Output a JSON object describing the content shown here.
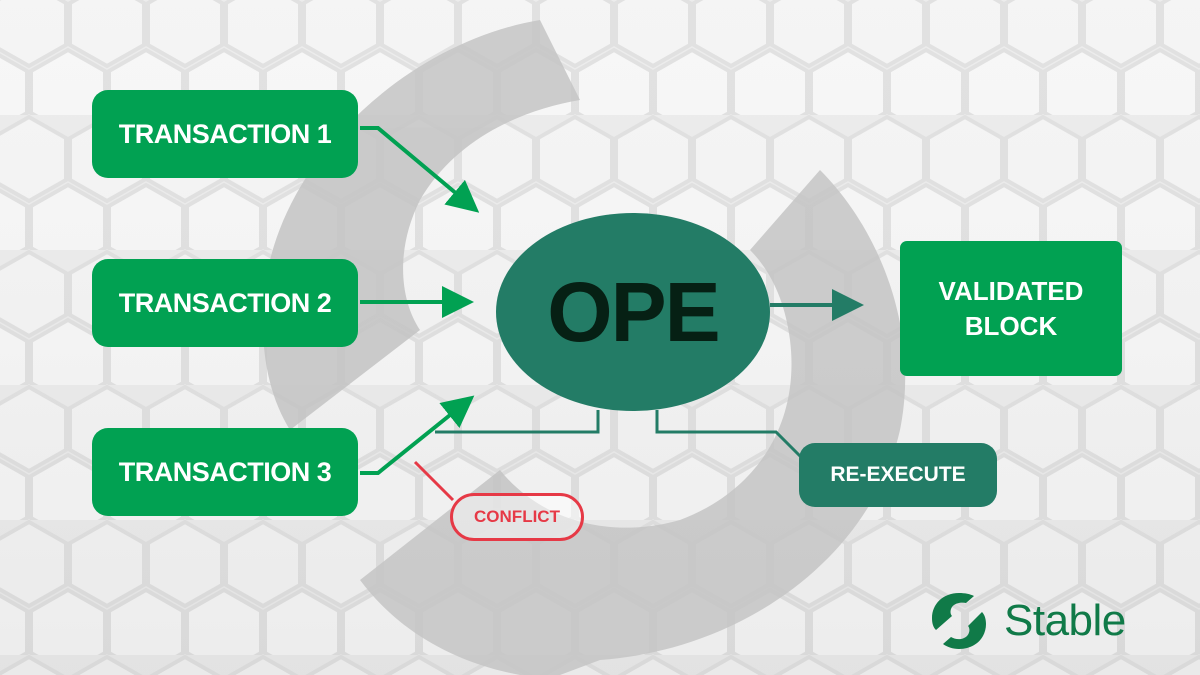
{
  "diagram": {
    "inputs": [
      {
        "label": "TRANSACTION 1"
      },
      {
        "label": "TRANSACTION 2"
      },
      {
        "label": "TRANSACTION 3"
      }
    ],
    "processor": {
      "label": "OPE"
    },
    "output": {
      "line1": "VALIDATED",
      "line2": "BLOCK"
    },
    "re_execute": {
      "label": "RE-EXECUTE"
    },
    "conflict": {
      "label": "CONFLICT"
    }
  },
  "brand": {
    "name": "Stable"
  },
  "colors": {
    "primary_green": "#01a152",
    "dark_teal": "#237c66",
    "ope_text": "#062014",
    "conflict_red": "#e63946",
    "brand_green": "#107a48",
    "background": "#ececec"
  }
}
